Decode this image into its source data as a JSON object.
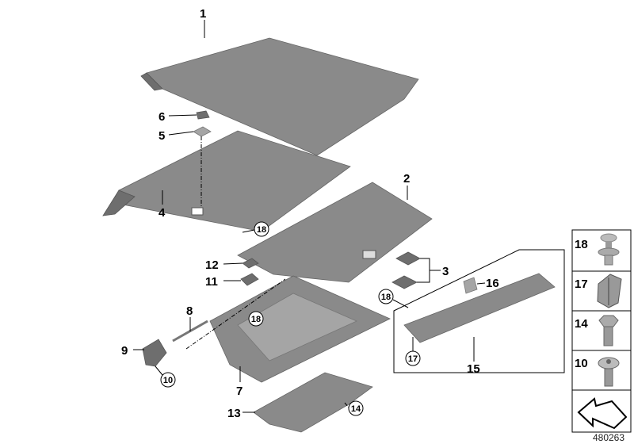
{
  "diagram_id": "480263",
  "callouts": {
    "c1": "1",
    "c2": "2",
    "c3": "3",
    "c4": "4",
    "c5": "5",
    "c6": "6",
    "c7": "7",
    "c8": "8",
    "c9": "9",
    "c10": "10",
    "c11": "11",
    "c12": "12",
    "c13": "13",
    "c14": "14",
    "c15": "15",
    "c16": "16",
    "c17": "17",
    "c18a": "18",
    "c18b": "18",
    "c18c": "18"
  },
  "legend": [
    {
      "number": "18",
      "icon": "expanding-rivet-icon"
    },
    {
      "number": "17",
      "icon": "clip-nut-icon"
    },
    {
      "number": "14",
      "icon": "hex-bolt-icon"
    },
    {
      "number": "10",
      "icon": "torx-screw-icon"
    }
  ],
  "legend_arrow_icon": "direction-arrow-icon",
  "colors": {
    "part": "#8a8a8a",
    "line": "#000000"
  }
}
